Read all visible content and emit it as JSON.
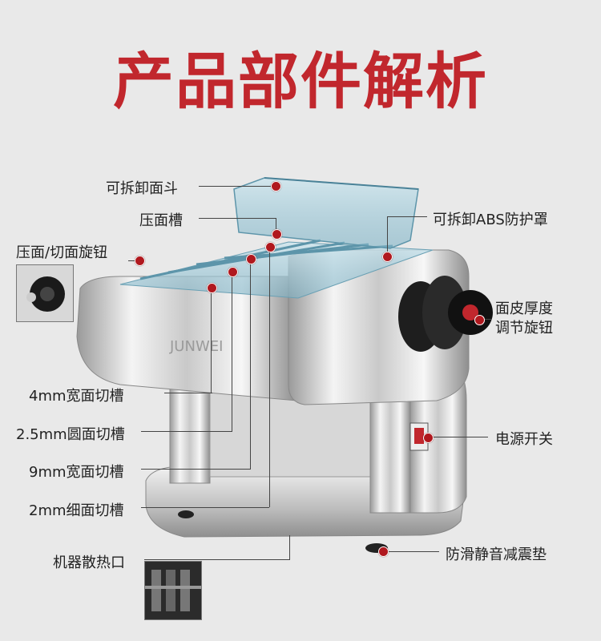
{
  "title": "产品部件解析",
  "brand_watermark": "JUNWEI",
  "labels": {
    "hopper": "可拆卸面斗",
    "pressing_slot": "压面槽",
    "knob": "压面/切面旋钮",
    "abs_cover": "可拆卸ABS防护罩",
    "thickness_knob_line1": "面皮厚度",
    "thickness_knob_line2": "调节旋钮",
    "cut_4mm": "4mm宽面切槽",
    "cut_2_5mm": "2.5mm圆面切槽",
    "cut_9mm": "9mm宽面切槽",
    "cut_2mm": "2mm细面切槽",
    "power_switch": "电源开关",
    "vent": "机器散热口",
    "pads": "防滑静音减震垫"
  },
  "colors": {
    "title": "#c1272d",
    "marker": "#b0181e",
    "background": "#e9e9e9"
  }
}
